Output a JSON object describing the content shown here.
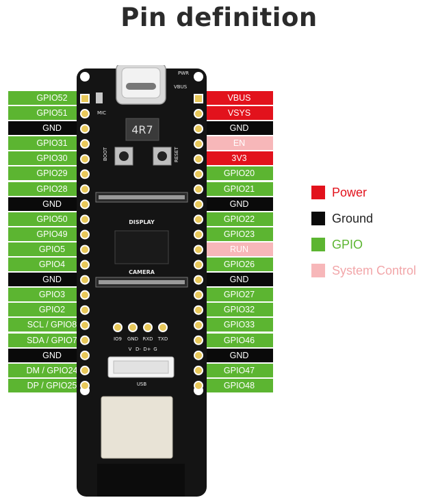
{
  "title": "Pin definition",
  "colors": {
    "power": "#e2121c",
    "ground": "#0a0a0a",
    "gpio": "#5cb531",
    "system_control": "#f7b7b9",
    "board": "#141414",
    "silkscreen": "#e8e8e8",
    "pad": "#e8c85a"
  },
  "left_pins": [
    {
      "label": "GPIO52",
      "type": "gpio"
    },
    {
      "label": "GPIO51",
      "type": "gpio"
    },
    {
      "label": "GND",
      "type": "gnd"
    },
    {
      "label": "GPIO31",
      "type": "gpio"
    },
    {
      "label": "GPIO30",
      "type": "gpio"
    },
    {
      "label": "GPIO29",
      "type": "gpio"
    },
    {
      "label": "GPIO28",
      "type": "gpio"
    },
    {
      "label": "GND",
      "type": "gnd"
    },
    {
      "label": "GPIO50",
      "type": "gpio"
    },
    {
      "label": "GPIO49",
      "type": "gpio"
    },
    {
      "label": "GPIO5",
      "type": "gpio"
    },
    {
      "label": "GPIO4",
      "type": "gpio"
    },
    {
      "label": "GND",
      "type": "gnd"
    },
    {
      "label": "GPIO3",
      "type": "gpio"
    },
    {
      "label": "GPIO2",
      "type": "gpio"
    },
    {
      "label": "SCL / GPIO8",
      "type": "gpio"
    },
    {
      "label": "SDA / GPIO7",
      "type": "gpio"
    },
    {
      "label": "GND",
      "type": "gnd"
    },
    {
      "label": "DM / GPIO24",
      "type": "gpio"
    },
    {
      "label": "DP / GPIO25",
      "type": "gpio"
    }
  ],
  "right_pins": [
    {
      "label": "VBUS",
      "type": "power"
    },
    {
      "label": "VSYS",
      "type": "power"
    },
    {
      "label": "GND",
      "type": "gnd"
    },
    {
      "label": "EN",
      "type": "sys"
    },
    {
      "label": "3V3",
      "type": "power"
    },
    {
      "label": "GPIO20",
      "type": "gpio"
    },
    {
      "label": "GPIO21",
      "type": "gpio"
    },
    {
      "label": "GND",
      "type": "gnd"
    },
    {
      "label": "GPIO22",
      "type": "gpio"
    },
    {
      "label": "GPIO23",
      "type": "gpio"
    },
    {
      "label": "RUN",
      "type": "sys"
    },
    {
      "label": "GPIO26",
      "type": "gpio"
    },
    {
      "label": "GND",
      "type": "gnd"
    },
    {
      "label": "GPIO27",
      "type": "gpio"
    },
    {
      "label": "GPIO32",
      "type": "gpio"
    },
    {
      "label": "GPIO33",
      "type": "gpio"
    },
    {
      "label": "GPIO46",
      "type": "gpio"
    },
    {
      "label": "GND",
      "type": "gnd"
    },
    {
      "label": "GPIO47",
      "type": "gpio"
    },
    {
      "label": "GPIO48",
      "type": "gpio"
    }
  ],
  "legend": [
    {
      "label": "Power",
      "type": "power",
      "text_color": "#e2121c"
    },
    {
      "label": "Ground",
      "type": "gnd",
      "text_color": "#222222"
    },
    {
      "label": "GPIO",
      "type": "gpio",
      "text_color": "#5cb531"
    },
    {
      "label": "System Control",
      "type": "sys",
      "text_color": "#f2a6a9"
    }
  ],
  "board": {
    "display_label": "DISPLAY",
    "camera_label": "CAMERA",
    "mic_label": "MIC",
    "boot_label": "BOOT",
    "reset_label": "RESET",
    "pwr_label": "PWR",
    "vbus_label": "VBUS",
    "inductor_label": "4R7",
    "header_labels": [
      "IO9",
      "GND",
      "RXD",
      "TXD"
    ],
    "connector_labels": [
      "V",
      "D-",
      "D+",
      "G"
    ],
    "usb_label": "USB"
  }
}
